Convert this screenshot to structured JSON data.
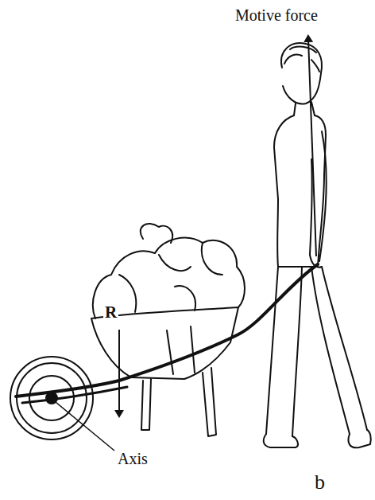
{
  "diagram": {
    "labels": [
      "Motive force",
      "R",
      "Axis",
      "b"
    ]
  }
}
